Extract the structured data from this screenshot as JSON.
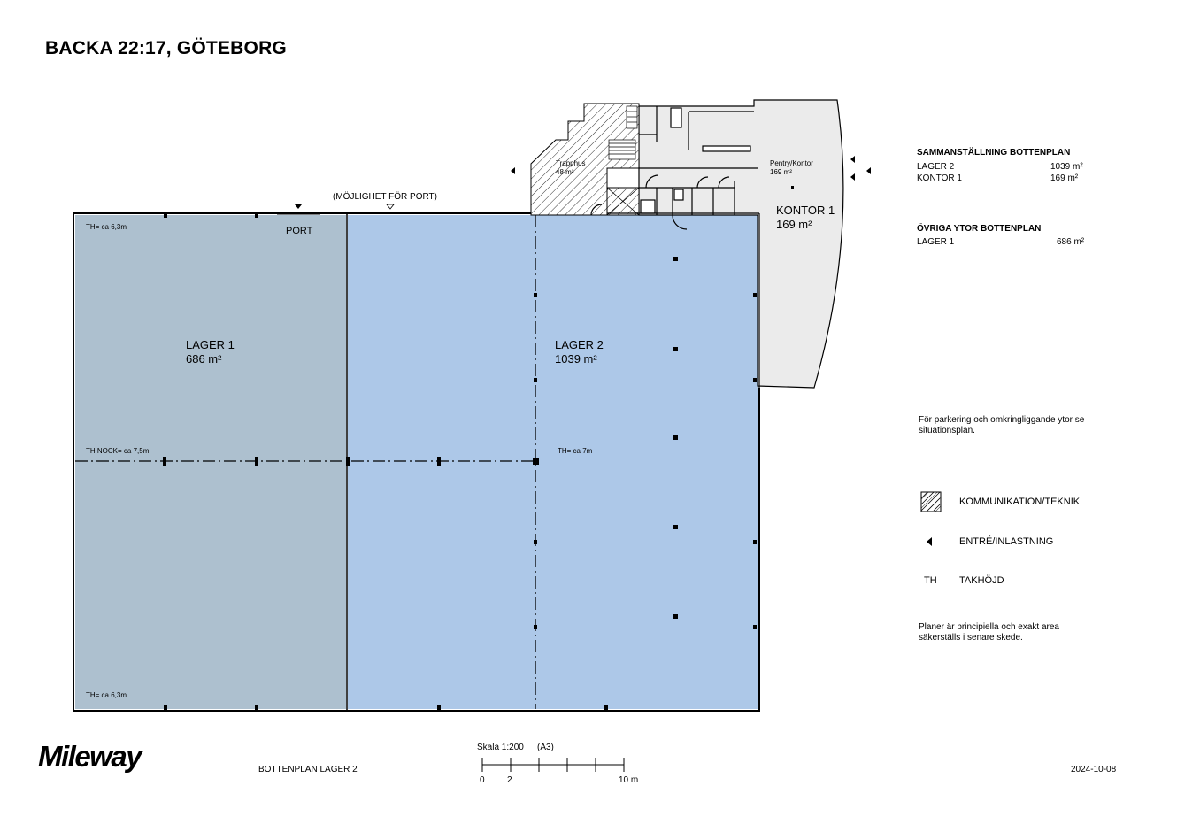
{
  "title": "BACKA 22:17, GÖTEBORG",
  "plan": {
    "port_label": "PORT",
    "possible_port_label": "(MÖJLIGHET FÖR PORT)",
    "lager1": {
      "name": "LAGER 1",
      "area": "686 m²"
    },
    "lager2": {
      "name": "LAGER 2",
      "area": "1039 m²"
    },
    "kontor1": {
      "name": "KONTOR 1",
      "area": "169 m²"
    },
    "trapphus": {
      "name": "Trapphus",
      "area": "48 m²"
    },
    "pentry": {
      "name": "Pentry/Kontor",
      "area": "169 m²"
    },
    "th_top": "TH= ca 6,3m",
    "th_nock": "TH NOCK= ca 7,5m",
    "th_mid": "TH= ca 7m",
    "th_bottom": "TH= ca 6,3m",
    "colors": {
      "lager1": "#adc0cf",
      "lager2": "#adc8e8",
      "kontor": "#ebebeb"
    }
  },
  "summary": {
    "heading": "SAMMANSTÄLLNING BOTTENPLAN",
    "rows": [
      {
        "label": "LAGER 2",
        "value": "1039 m²"
      },
      {
        "label": "KONTOR 1",
        "value": "169 m²"
      }
    ]
  },
  "other": {
    "heading": "ÖVRIGA YTOR BOTTENPLAN",
    "rows": [
      {
        "label": "LAGER 1",
        "value": "686 m²"
      }
    ]
  },
  "parking_note": "För parkering och omkringliggande ytor se situationsplan.",
  "legend": [
    {
      "icon": "hatch-swatch-icon",
      "label": "KOMMUNIKATION/TEKNIK"
    },
    {
      "icon": "entrance-arrow-icon",
      "label": "ENTRÉ/INLASTNING"
    },
    {
      "symbol": "TH",
      "label": "TAKHÖJD"
    }
  ],
  "disclaimer": "Planer är principiella och exakt area säkerställs i senare skede.",
  "footer": {
    "logo": "Mileway",
    "plan_name": "BOTTENPLAN LAGER 2",
    "scale": "Skala 1:200",
    "paper": "(A3)",
    "scale_ticks": [
      "0",
      "2",
      "10 m"
    ],
    "date": "2024-10-08"
  }
}
